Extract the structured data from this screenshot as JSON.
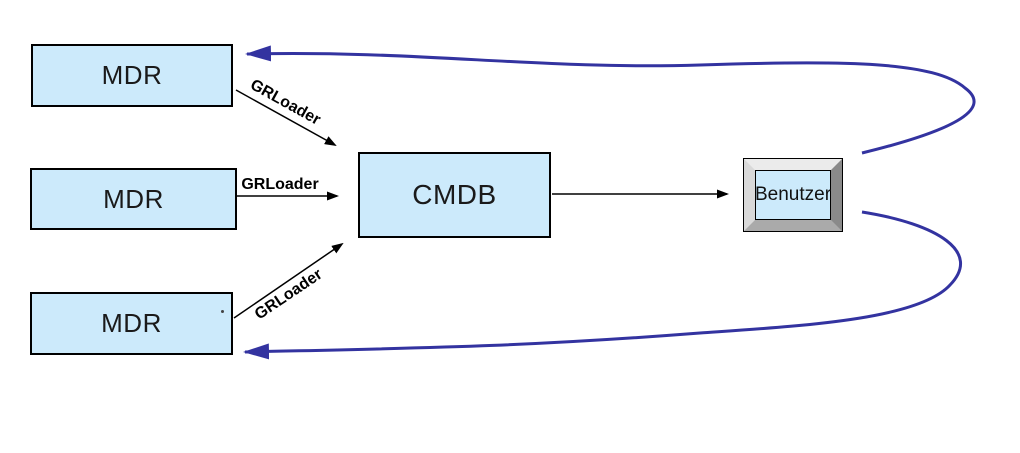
{
  "diagram": {
    "nodes": [
      {
        "id": "mdr-top",
        "label": "MDR"
      },
      {
        "id": "mdr-middle",
        "label": "MDR"
      },
      {
        "id": "mdr-bottom",
        "label": "MDR"
      },
      {
        "id": "cmdb",
        "label": "CMDB"
      },
      {
        "id": "benutzer",
        "label": "Benutzer"
      }
    ],
    "edges": [
      {
        "from": "mdr-top",
        "to": "cmdb",
        "label": "GRLoader"
      },
      {
        "from": "mdr-middle",
        "to": "cmdb",
        "label": "GRLoader"
      },
      {
        "from": "mdr-bottom",
        "to": "cmdb",
        "label": "GRLoader"
      },
      {
        "from": "cmdb",
        "to": "benutzer",
        "label": ""
      },
      {
        "from": "benutzer",
        "to": "mdr-top",
        "label": ""
      },
      {
        "from": "benutzer",
        "to": "mdr-bottom",
        "label": ""
      }
    ],
    "colors": {
      "node_fill": "#cceafb",
      "node_border": "#000000",
      "arrow_black": "#000000",
      "arrow_blue": "#3333a0",
      "background": "#ffffff"
    }
  }
}
